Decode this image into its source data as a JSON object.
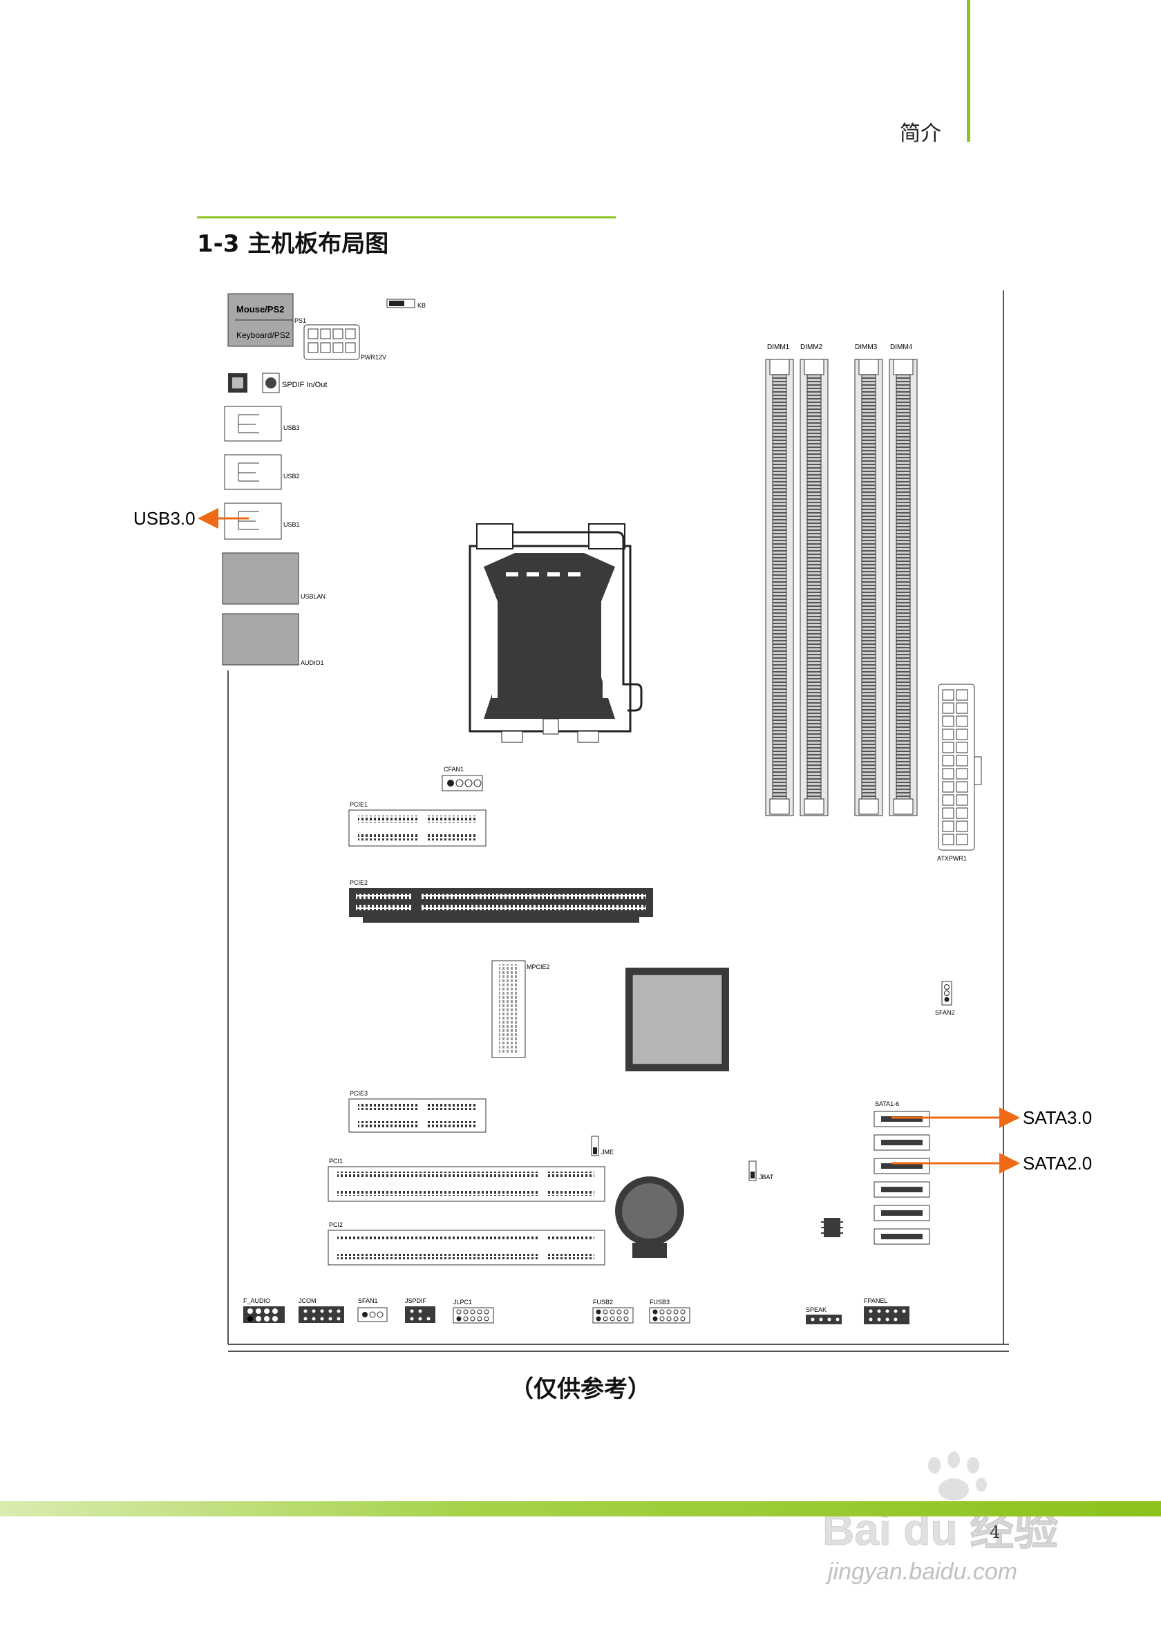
{
  "page": {
    "section_label": "简介",
    "section_title": "1-3 主机板布局图",
    "caption": "（仅供参考）",
    "page_number": "4",
    "accent_color": "#8dc21f"
  },
  "callouts": {
    "usb30": "USB3.0",
    "sata30": "SATA3.0",
    "sata20": "SATA2.0",
    "arrow_color": "#ee6a16"
  },
  "board_labels": {
    "mouse_ps2": "Mouse/PS2",
    "keyboard_ps2": "Keyboard/PS2",
    "ps1": "PS1",
    "kb": "KB",
    "pwr12v": "PWR12V",
    "spdif": "SPDIF In/Out",
    "usb3": "USB3",
    "usb2": "USB2",
    "usb1": "USB1",
    "usblan": "USBLAN",
    "audio1": "AUDIO1",
    "dimm1": "DIMM1",
    "dimm2": "DIMM2",
    "dimm3": "DIMM3",
    "dimm4": "DIMM4",
    "atxpwr1": "ATXPWR1",
    "cfan1": "CFAN1",
    "pcie1": "PCIE1",
    "pcie2": "PCIE2",
    "mpcie2": "MPCIE2",
    "sfan2": "SFAN2",
    "pcie3": "PCIE3",
    "sata16": "SATA1-6",
    "jme": "JME",
    "jbat": "JBAT",
    "pci1": "PCI1",
    "pci2": "PCI2",
    "f_audio": "F_AUDIO",
    "jcom": "JCOM",
    "sfan1": "SFAN1",
    "jspdif": "JSPDIF",
    "jlpc1": "JLPC1",
    "fusb2": "FUSB2",
    "fusb3": "FUSB3",
    "speak": "SPEAK",
    "fpanel": "FPANEL"
  },
  "watermark": {
    "logo_text": "Bai du 经验",
    "url": "jingyan.baidu.com"
  }
}
